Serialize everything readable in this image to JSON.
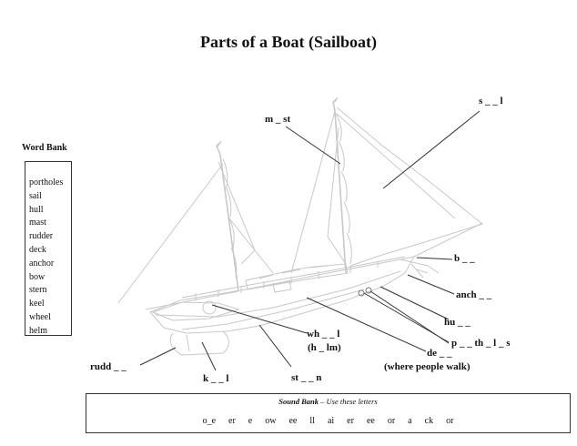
{
  "title": "Parts of a Boat (Sailboat)",
  "word_bank": {
    "title": "Word Bank",
    "items": [
      "portholes",
      "sail",
      "hull",
      "mast",
      "rudder",
      "deck",
      "anchor",
      "bow",
      "stern",
      "keel",
      "wheel",
      "helm"
    ]
  },
  "labels": {
    "sail": "s _ _ l",
    "mast": "m _ st",
    "bow": "b _ _",
    "anchor": "anch _ _",
    "hull": "hu _ _",
    "portholes": "p _ _ th _ l _ s",
    "deck": "de _ _",
    "deck_note": "(where people walk)",
    "wheel": "wh _ _ l",
    "helm": "(h _ lm)",
    "rudder": "rudd _ _",
    "keel": "k _ _ l",
    "stern": "st _ _ n"
  },
  "sound_bank": {
    "title_bold": "Sound Bank",
    "title_rest": " – Use these letters",
    "letters": [
      "o_e",
      "er",
      "e",
      "ow",
      "ee",
      "ll",
      "ai",
      "er",
      "ee",
      "or",
      "a",
      "ck",
      "or"
    ]
  }
}
